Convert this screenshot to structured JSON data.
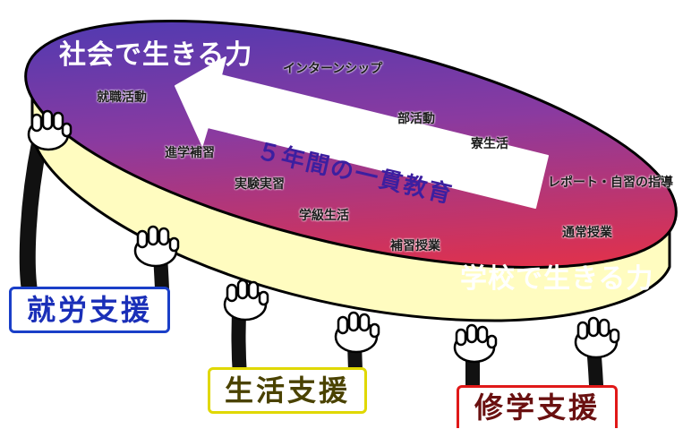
{
  "diagram": {
    "top_left_title": "社会で生きる力",
    "bottom_right_title": "学校で生きる力",
    "arrow_label": "５年間の一貫教育",
    "activities": [
      "インターンシップ",
      "就職活動",
      "部活動",
      "寮生活",
      "進学補習",
      "実験実習",
      "レポート・自習の指導",
      "学級生活",
      "通常授業",
      "補習授業"
    ],
    "supports": {
      "employment": "就労支援",
      "life": "生活支援",
      "study": "修学支援"
    },
    "colors": {
      "disk_top_left": "#3a3ab8",
      "disk_bottom_right": "#ff2e2e",
      "disk_side": "#fffcc0",
      "employment_border": "#1a3fc8",
      "life_border": "#e0d800",
      "study_border": "#e01818"
    }
  }
}
